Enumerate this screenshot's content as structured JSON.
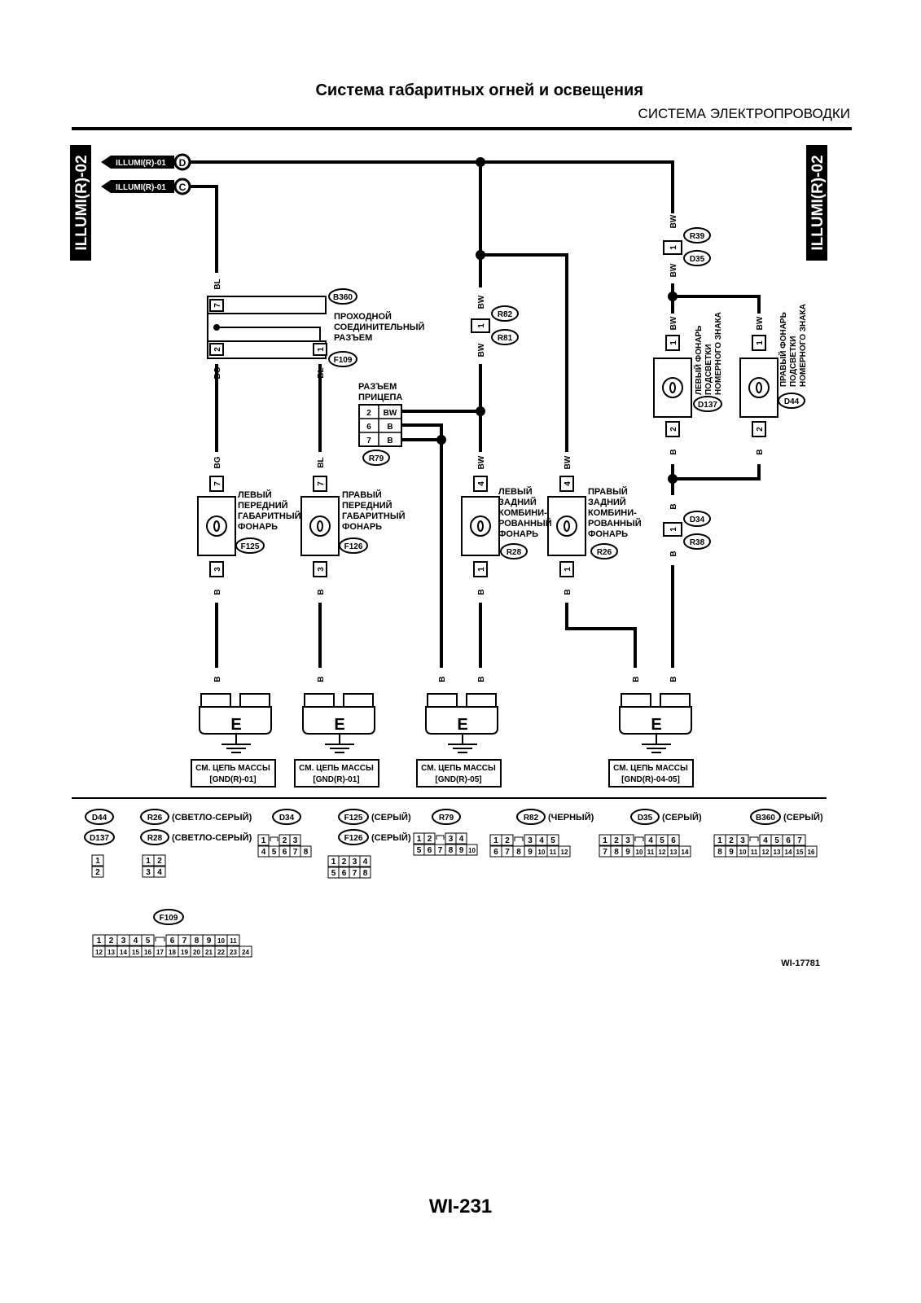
{
  "header": {
    "title": "Система габаритных огней и освещения",
    "subtitle": "СИСТЕМА ЭЛЕКТРОПРОВОДКИ"
  },
  "side_label": "ILLUMI(R)-02",
  "inputs": [
    {
      "label": "ILLUMI(R)-01",
      "node": "D"
    },
    {
      "label": "ILLUMI(R)-01",
      "node": "C"
    }
  ],
  "wire_codes": {
    "BL": "BL",
    "BG": "BG",
    "BW": "BW",
    "B": "B"
  },
  "pins": {
    "p1": "1",
    "p2": "2",
    "p3": "3",
    "p4": "4",
    "p6": "6",
    "p7": "7"
  },
  "connectors": {
    "B360": "B360",
    "F109": "F109",
    "R82": "R82",
    "R81": "R81",
    "R79": "R79",
    "R39": "R39",
    "D35": "D35",
    "D34": "D34",
    "R38": "R38",
    "F125": "F125",
    "F126": "F126",
    "R28": "R28",
    "R26": "R26",
    "D137": "D137",
    "D44": "D44"
  },
  "labels": {
    "joint_connector": [
      "ПРОХОДНОЙ",
      "СОЕДИНИТЕЛЬНЫЙ",
      "РАЗЪЕМ"
    ],
    "trailer_connector": [
      "РАЗЪЕМ",
      "ПРИЦЕПА"
    ],
    "front_left": [
      "ЛЕВЫЙ",
      "ПЕРЕДНИЙ",
      "ГАБАРИТНЫЙ",
      "ФОНАРЬ"
    ],
    "front_right": [
      "ПРАВЫЙ",
      "ПЕРЕДНИЙ",
      "ГАБАРИТНЫЙ",
      "ФОНАРЬ"
    ],
    "rear_left": [
      "ЛЕВЫЙ",
      "ЗАДНИЙ",
      "КОМБИНИ-",
      "РОВАННЫЙ",
      "ФОНАРЬ"
    ],
    "rear_right": [
      "ПРАВЫЙ",
      "ЗАДНИЙ",
      "КОМБИНИ-",
      "РОВАННЫЙ",
      "ФОНАРЬ"
    ],
    "plate_left": [
      "ЛЕВЫЙ ФОНАРЬ",
      "ПОДСВЕТКИ",
      "НОМЕРНОГО ЗНАКА"
    ],
    "plate_right": [
      "ПРАВЫЙ ФОНАРЬ",
      "ПОДСВЕТКИ",
      "НОМЕРНОГО ЗНАКА"
    ]
  },
  "ground_symbol": "E",
  "ground_refs": [
    {
      "line1": "СМ. ЦЕПЬ МАССЫ",
      "line2": "[GND(R)-01]"
    },
    {
      "line1": "СМ. ЦЕПЬ МАССЫ",
      "line2": "[GND(R)-01]"
    },
    {
      "line1": "СМ. ЦЕПЬ МАССЫ",
      "line2": "[GND(R)-05]"
    },
    {
      "line1": "СМ. ЦЕПЬ МАССЫ",
      "line2": "[GND(R)-04-05]"
    }
  ],
  "legend": {
    "colors": {
      "light_gray": "(СВЕТЛО-СЕРЫЙ)",
      "gray": "(СЕРЫЙ)",
      "black": "(ЧЕРНЫЙ)"
    },
    "connectors": [
      {
        "ids": [
          "D44",
          "D137"
        ],
        "rows": [
          [
            "1"
          ],
          [
            "2"
          ]
        ]
      },
      {
        "ids": [
          "R26",
          "R28"
        ],
        "color": "light_gray",
        "rows": [
          [
            "1",
            "2"
          ],
          [
            "3",
            "4"
          ]
        ]
      },
      {
        "ids": [
          "D34"
        ],
        "rows": [
          [
            "1",
            "",
            "2",
            "3"
          ],
          [
            "4",
            "5",
            "6",
            "7",
            "8"
          ]
        ]
      },
      {
        "ids": [
          "F125",
          "F126"
        ],
        "color": "gray",
        "rows": [
          [
            "1",
            "2",
            "3",
            "4"
          ],
          [
            "5",
            "6",
            "7",
            "8"
          ]
        ]
      },
      {
        "ids": [
          "R79"
        ],
        "rows": [
          [
            "1",
            "2",
            "",
            "3",
            "4"
          ],
          [
            "5",
            "6",
            "7",
            "8",
            "9",
            "10"
          ]
        ]
      },
      {
        "ids": [
          "R82"
        ],
        "color": "black",
        "rows": [
          [
            "1",
            "2",
            "",
            "3",
            "4",
            "5"
          ],
          [
            "6",
            "7",
            "8",
            "9",
            "10",
            "11",
            "12"
          ]
        ]
      },
      {
        "ids": [
          "D35"
        ],
        "color": "gray",
        "rows": [
          [
            "1",
            "2",
            "3",
            "",
            "4",
            "5",
            "6"
          ],
          [
            "7",
            "8",
            "9",
            "10",
            "11",
            "12",
            "13",
            "14"
          ]
        ]
      },
      {
        "ids": [
          "B360"
        ],
        "color": "gray",
        "rows": [
          [
            "1",
            "2",
            "3",
            "",
            "4",
            "5",
            "6",
            "7"
          ],
          [
            "8",
            "9",
            "10",
            "11",
            "12",
            "13",
            "14",
            "15",
            "16"
          ]
        ]
      },
      {
        "ids": [
          "F109"
        ],
        "rows": [
          [
            "1",
            "2",
            "3",
            "4",
            "5",
            "",
            "6",
            "7",
            "8",
            "9",
            "10",
            "11"
          ],
          [
            "12",
            "13",
            "14",
            "15",
            "16",
            "17",
            "18",
            "19",
            "20",
            "21",
            "22",
            "23",
            "24"
          ]
        ]
      }
    ]
  },
  "figure_id": "WI-17781",
  "page_number": "WI-231"
}
